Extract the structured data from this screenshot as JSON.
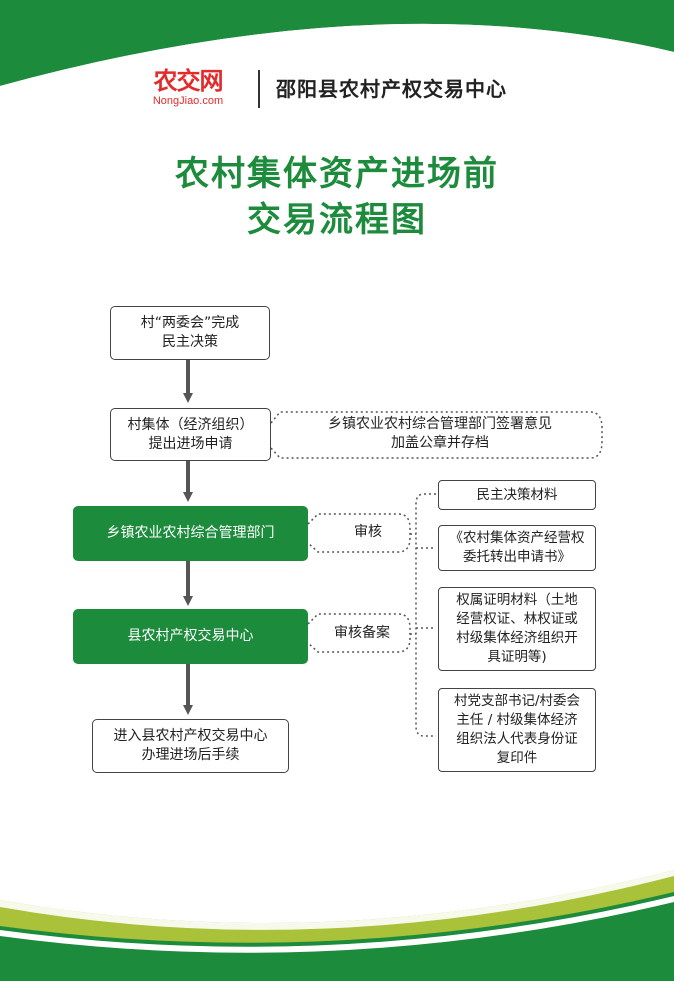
{
  "header": {
    "logo_text": "农交网",
    "logo_url": "NongJiao.com",
    "org_name": "邵阳县农村产权交易中心"
  },
  "title": {
    "line1": "农村集体资产进场前",
    "line2": "交易流程图"
  },
  "steps": [
    {
      "line1": "村“两委会”完成",
      "line2": "民主决策"
    },
    {
      "line1": "村集体（经济组织）",
      "line2": "提出进场申请"
    },
    {
      "line1": "乡镇农业农村综合管理部门"
    },
    {
      "line1": "县农村产权交易中心"
    },
    {
      "line1": "进入县农村产权交易中心",
      "line2": "办理进场后手续"
    }
  ],
  "notes": {
    "step2_line1": "乡镇农业农村综合管理部门签署意见",
    "step2_line2": "加盖公章并存档",
    "review": "审核",
    "review_record": "审核备案"
  },
  "materials": [
    {
      "lines": [
        "民主决策材料"
      ]
    },
    {
      "lines": [
        "《农村集体资产经营权",
        "委托转出申请书》"
      ]
    },
    {
      "lines": [
        "权属证明材料（土地",
        "经营权证、林权证或",
        "村级集体经济组织开",
        "具证明等)"
      ]
    },
    {
      "lines": [
        "村党支部书记/村委会",
        "主任 / 村级集体经济",
        "组织法人代表身份证",
        "复印件"
      ]
    }
  ],
  "colors": {
    "brand_green": "#1c8b3c",
    "accent_yellow_green": "#a9c23a",
    "logo_red": "#e32b2b"
  }
}
